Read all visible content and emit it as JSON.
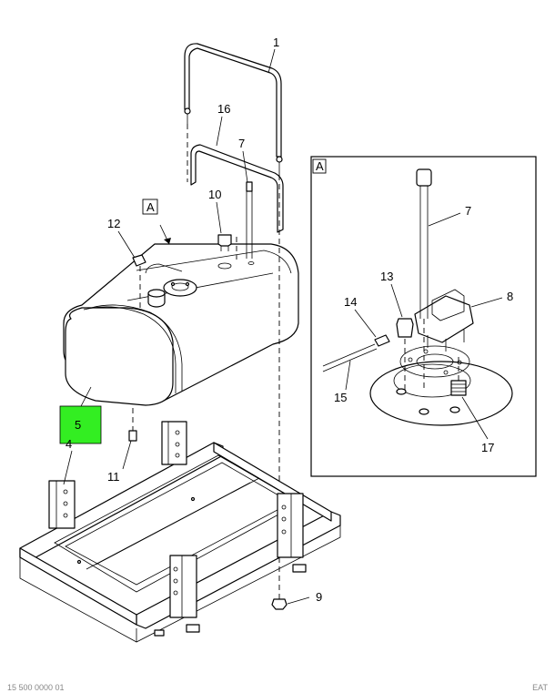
{
  "callouts": {
    "c1": "1",
    "c16": "16",
    "c7": "7",
    "c10": "10",
    "c12": "12",
    "c5": "5",
    "c4": "4",
    "c11": "11",
    "c9": "9",
    "detail_7": "7",
    "detail_8": "8",
    "detail_13": "13",
    "detail_14": "14",
    "detail_15": "15",
    "detail_17": "17"
  },
  "view_label_main": "A",
  "view_label_detail": "A",
  "highlight_color": "#33ee22",
  "footer": {
    "left": "15 500 0000 01",
    "right": "EAT"
  }
}
